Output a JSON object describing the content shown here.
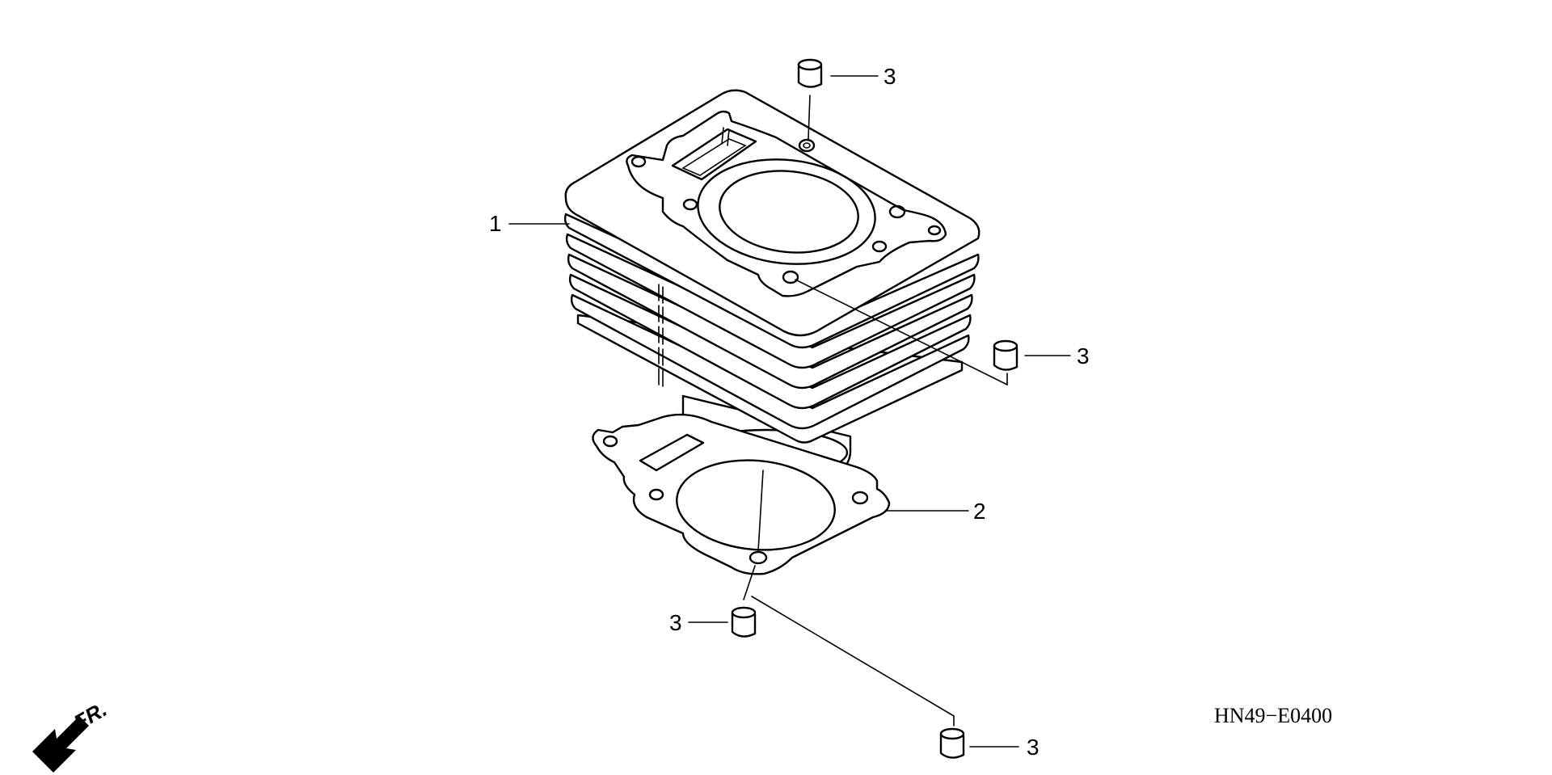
{
  "diagram": {
    "diagram_code": "HN49−E0400",
    "direction_marker": "FR.",
    "callouts": [
      {
        "id": "cylinder",
        "number": "1"
      },
      {
        "id": "gasket",
        "number": "2"
      },
      {
        "id": "dowel-top",
        "number": "3"
      },
      {
        "id": "dowel-right",
        "number": "3"
      },
      {
        "id": "dowel-bottom-left",
        "number": "3"
      },
      {
        "id": "dowel-bottom-right",
        "number": "3"
      }
    ]
  }
}
